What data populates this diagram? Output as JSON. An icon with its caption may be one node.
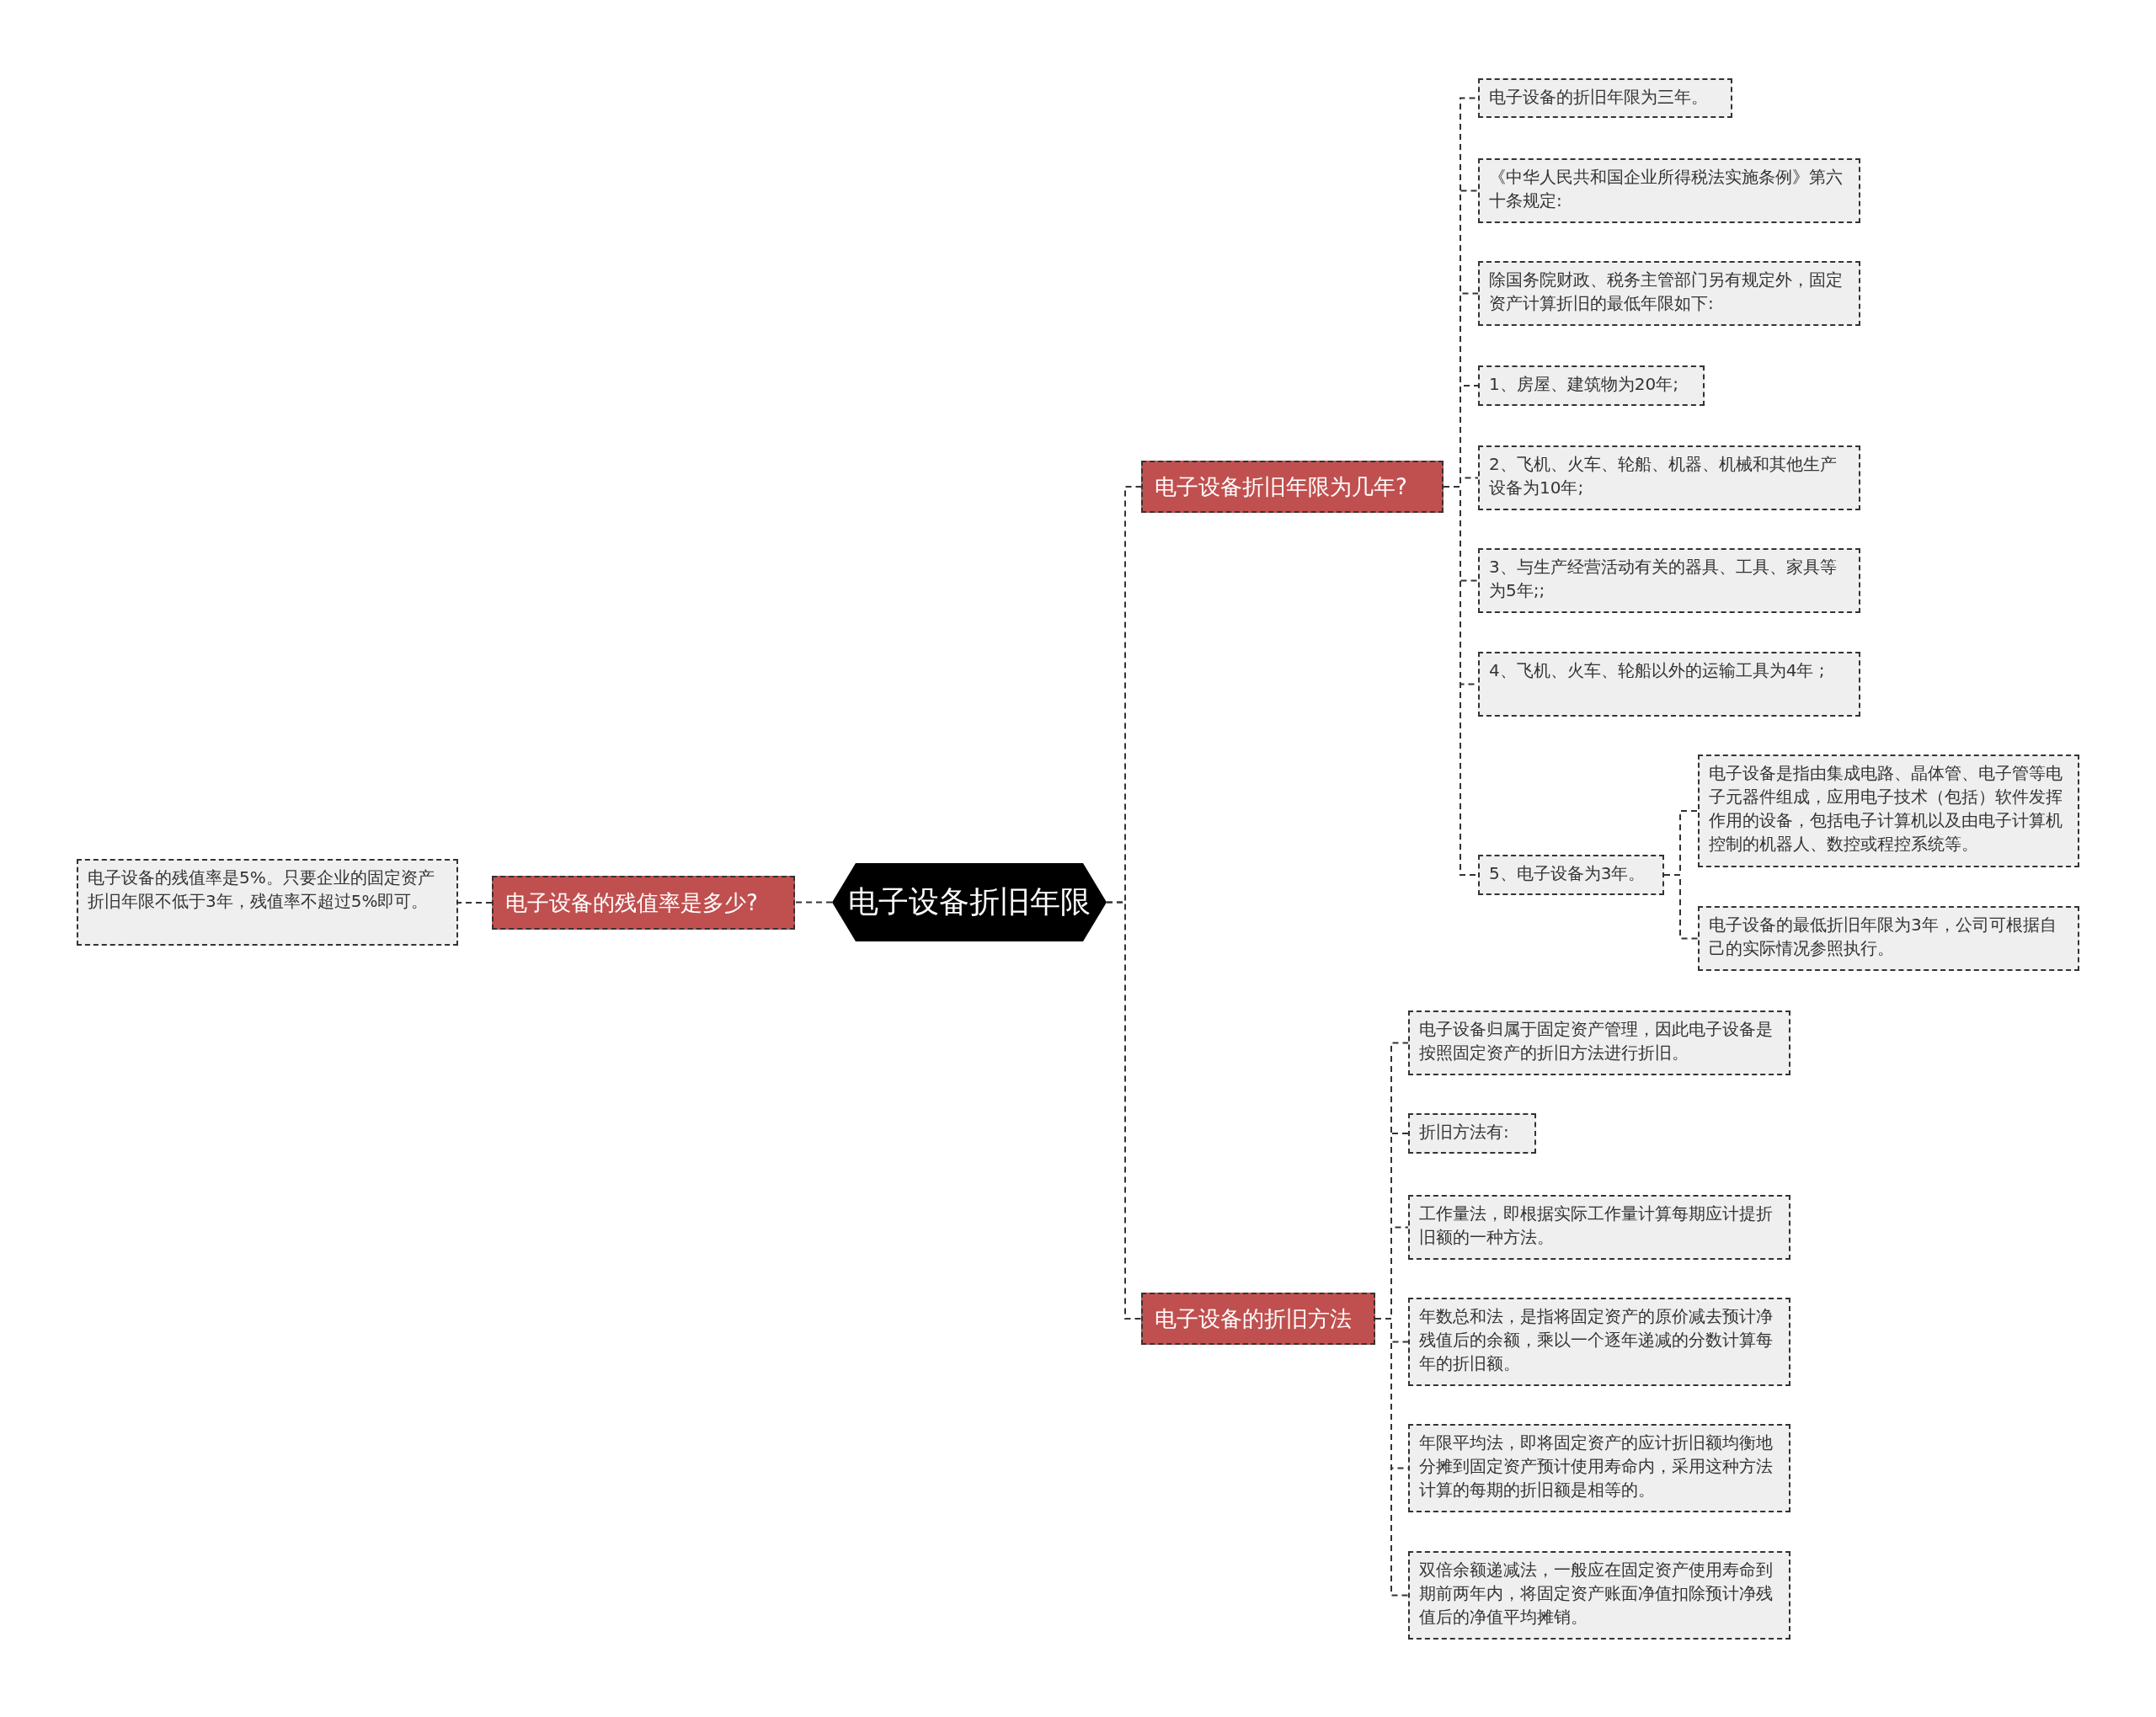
{
  "diagram": {
    "nodes": [
      {
        "text": [
          "电子设备折旧年限"
        ]
      },
      {
        "text": [
          "电子设备折旧年限为几年?"
        ]
      },
      {
        "text": [
          "电子设备的折旧年限为三年。"
        ]
      },
      {
        "text": [
          "《中华人民共和国企业所得税法实施条例》第六十条规定:"
        ]
      },
      {
        "text": [
          "除国务院财政、税务主管部门另有规定外，固定资产计算折旧的最低年限如下:"
        ]
      },
      {
        "text": [
          "1、房屋、建筑物为20年;"
        ]
      },
      {
        "text": [
          "2、飞机、火车、轮船、机器、机械和其他生产设备为10年;"
        ]
      },
      {
        "text": [
          "3、与生产经营活动有关的器具、工具、家具等为5年;;"
        ]
      },
      {
        "text": [
          "4、飞机、火车、轮船以外的运输工具为4年 ;"
        ]
      },
      {
        "text": [
          "5、电子设备为3年。"
        ]
      },
      {
        "text": [
          "电子设备是指由集成电路、晶体管、电子管等电子元器件组成，应用电子技术（包括）软件发挥作用的设备，包括电子计算机以及由电子计算机控制的机器人、数控或程控系统等。"
        ]
      },
      {
        "text": [
          "电子设备的最低折旧年限为3年，公司可根据自己的实际情况参照执行。"
        ]
      },
      {
        "text": [
          "电子设备的折旧方法"
        ]
      },
      {
        "text": [
          "电子设备归属于固定资产管理，因此电子设备是按照固定资产的折旧方法进行折旧。"
        ]
      },
      {
        "text": [
          "折旧方法有:"
        ]
      },
      {
        "text": [
          "工作量法，即根据实际工作量计算每期应计提折旧额的一种方法。"
        ]
      },
      {
        "text": [
          "年数总和法，是指将固定资产的原价减去预计净残值后的余额，乘以一个逐年递减的分数计算每年的折旧额。"
        ]
      },
      {
        "text": [
          "年限平均法，即将固定资产的应计折旧额均衡地分摊到固定资产预计使用寿命内，采用这种方法计算的每期的折旧额是相等的。"
        ]
      },
      {
        "text": [
          "双倍余额递减法，一般应在固定资产使用寿命到期前两年内，将固定资产账面净值扣除预计净残值后的净值平均摊销。"
        ]
      },
      {
        "text": [
          "电子设备的残值率是多少?"
        ]
      },
      {
        "text": [
          "电子设备的残值率是5%。只要企业的固定资产折旧年限不低于3年，残值率不超过5%即可。"
        ]
      }
    ],
    "edges": [
      {
        "from": 0,
        "to": 1,
        "arrow": "none"
      },
      {
        "from": 1,
        "to": 2,
        "arrow": "none"
      },
      {
        "from": 1,
        "to": 3,
        "arrow": "none"
      },
      {
        "from": 1,
        "to": 4,
        "arrow": "none"
      },
      {
        "from": 1,
        "to": 5,
        "arrow": "none"
      },
      {
        "from": 1,
        "to": 6,
        "arrow": "none"
      },
      {
        "from": 1,
        "to": 7,
        "arrow": "none"
      },
      {
        "from": 1,
        "to": 8,
        "arrow": "none"
      },
      {
        "from": 1,
        "to": 9,
        "arrow": "none"
      },
      {
        "from": 9,
        "to": 10,
        "arrow": "none"
      },
      {
        "from": 9,
        "to": 11,
        "arrow": "none"
      },
      {
        "from": 0,
        "to": 12,
        "arrow": "none"
      },
      {
        "from": 12,
        "to": 13,
        "arrow": "none"
      },
      {
        "from": 12,
        "to": 14,
        "arrow": "none"
      },
      {
        "from": 12,
        "to": 15,
        "arrow": "none"
      },
      {
        "from": 12,
        "to": 16,
        "arrow": "none"
      },
      {
        "from": 12,
        "to": 17,
        "arrow": "none"
      },
      {
        "from": 12,
        "to": 18,
        "arrow": "none"
      },
      {
        "from": 0,
        "to": 19,
        "arrow": "none"
      },
      {
        "from": 19,
        "to": 20,
        "arrow": "none"
      }
    ]
  }
}
